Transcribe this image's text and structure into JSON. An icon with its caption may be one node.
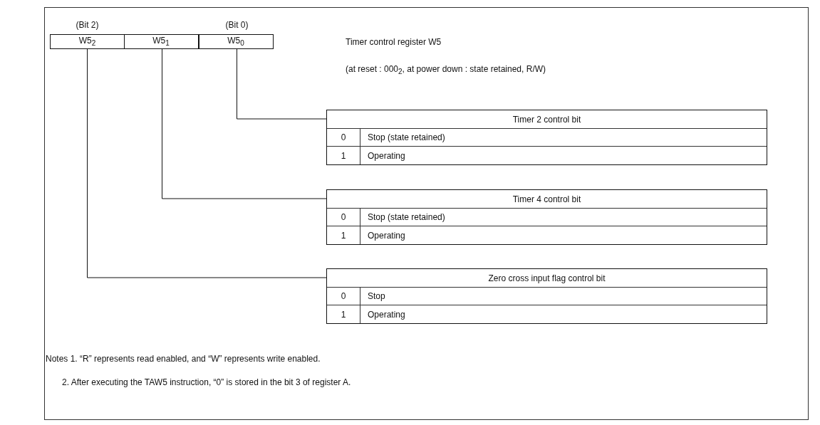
{
  "diagram": {
    "nodes": [
      {
        "text": [
          "W5$_{2}$"
        ],
        "beside": [
          "(Bit 2)"
        ]
      },
      {
        "text": [
          "W5$_{1}$"
        ]
      },
      {
        "text": [
          "W5$_{0}$"
        ],
        "beside": [
          "(Bit 0)"
        ]
      },
      {
        "text": [
          "Timer 2 control bit",
          "0",
          "Stop (state retained)",
          "1",
          "Operating"
        ]
      },
      {
        "text": [
          "Timer 4 control bit",
          "0",
          "Stop (state retained)",
          "1",
          "Operating"
        ]
      },
      {
        "text": [
          "Zero cross input flag control bit",
          "0",
          "Stop",
          "1",
          "Operating"
        ]
      }
    ],
    "edges": [
      {
        "from": 2,
        "to": 3,
        "arrow": "none"
      },
      {
        "from": 1,
        "to": 4,
        "arrow": "none"
      },
      {
        "from": 0,
        "to": 5,
        "arrow": "none"
      }
    ],
    "labels": [
      "Timer control register W5",
      "(at reset : 000$_{2}$, at power down : state retained, R/W)",
      "Notes 1. “R” represents read enabled, and “W” represents write enabled.",
      "2. After executing the TAW5 instruction, “0” is stored in the bit 3 of register A."
    ]
  }
}
